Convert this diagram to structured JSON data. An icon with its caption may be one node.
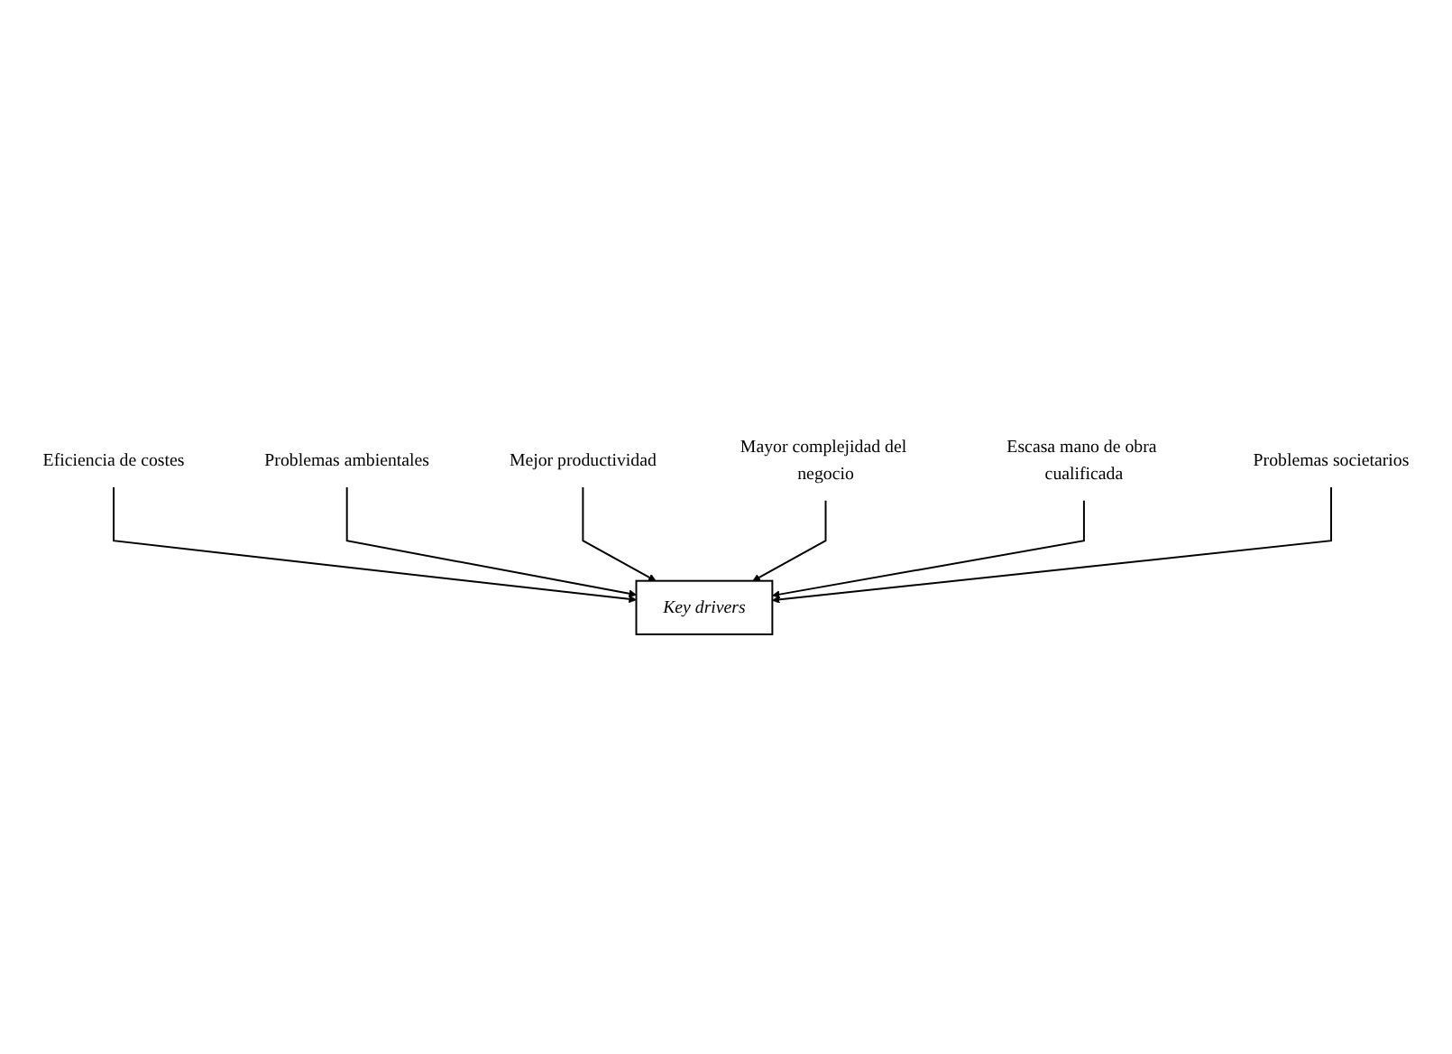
{
  "diagram": {
    "nodes": [
      {
        "text": [
          "Eficiencia de costes"
        ]
      },
      {
        "text": [
          "Problemas ambientales"
        ]
      },
      {
        "text": [
          "Mejor productividad"
        ]
      },
      {
        "text": [
          "Key drivers"
        ]
      },
      {
        "text": [
          "Mayor complejidad del negocio"
        ]
      },
      {
        "text": [
          "Escasa mano de obra cualificada"
        ]
      },
      {
        "text": [
          "Problemas societarios"
        ]
      }
    ],
    "edges": [
      {
        "from": 0,
        "to": 3,
        "arrow": "to"
      },
      {
        "from": 1,
        "to": 3,
        "arrow": "to"
      },
      {
        "from": 2,
        "to": 3,
        "arrow": "to"
      },
      {
        "from": 4,
        "to": 3,
        "arrow": "to"
      },
      {
        "from": 5,
        "to": 3,
        "arrow": "to"
      },
      {
        "from": 6,
        "to": 3,
        "arrow": "to"
      }
    ]
  }
}
